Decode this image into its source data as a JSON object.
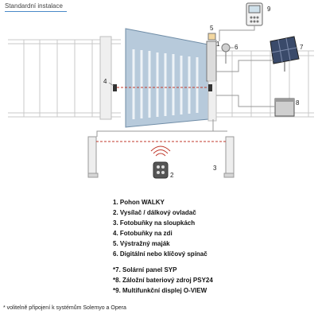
{
  "header": {
    "title": "Standardní instalace"
  },
  "diagram": {
    "callouts": [
      "1",
      "2",
      "3",
      "4",
      "5",
      "6",
      "7",
      "8",
      "9"
    ],
    "colors": {
      "gate": "#b7cadb",
      "gate_edge": "#6f8ca6",
      "fence": "#c9c9c9",
      "line": "#555555",
      "accent_red": "#c0392b"
    }
  },
  "legend": {
    "items": [
      "1.  Pohon WALKY",
      "2.  Vysílač / dálkový ovladač",
      "3.  Fotobuňky na sloupkách",
      "4.  Fotobuňky na zdi",
      "5.  Výstražný maják",
      "6.  Digitální nebo klíčový spínač"
    ],
    "optional_items": [
      "*7.  Solární panel SYP",
      "*8.  Záložní bateriový zdroj PSY24",
      "*9.  Multifunkční displej O-VIEW"
    ]
  },
  "footnote": "* volitelně připojení k systémům Solemyo a Opera"
}
